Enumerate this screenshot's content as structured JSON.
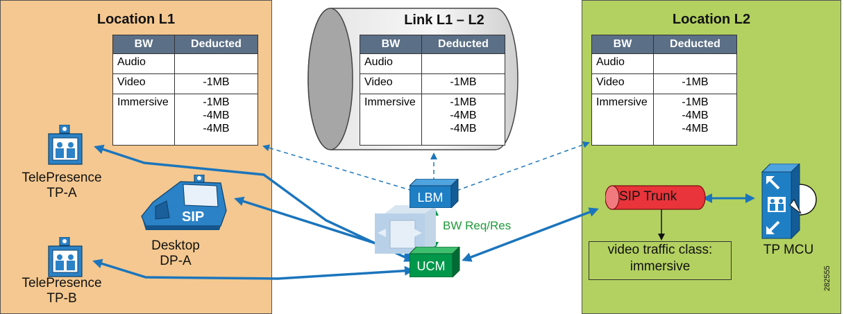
{
  "locations": {
    "l1": {
      "title": "Location L1",
      "color": "#f4c890"
    },
    "link": {
      "title": "Link L1 – L2"
    },
    "l2": {
      "title": "Location L2",
      "color": "#b3d160"
    }
  },
  "bw_table": {
    "headers": [
      "BW",
      "Deducted"
    ],
    "rows": [
      {
        "type": "Audio",
        "deducted": ""
      },
      {
        "type": "Video",
        "deducted": "-1MB"
      },
      {
        "type": "Immersive",
        "deducted": "-1MB\n-4MB\n-4MB"
      }
    ]
  },
  "devices": {
    "tp_a": {
      "line1": "TelePresence",
      "line2": "TP-A"
    },
    "desktop": {
      "line1": "Desktop",
      "line2": "DP-A",
      "badge": "SIP"
    },
    "tp_b": {
      "line1": "TelePresence",
      "line2": "TP-B"
    },
    "lbm": "LBM",
    "ucm": "UCM",
    "bw_req": "BW Req/Res",
    "sip_trunk": "SIP Trunk",
    "video_class_line1": "video traffic class:",
    "video_class_line2": "immersive",
    "tp_mcu": "TP MCU"
  },
  "colors": {
    "arrow": "#1b75bc",
    "header": "#5b6f86",
    "green_box": "#00974a",
    "blue_box": "#1f7fc4",
    "trunk": "#e8343a"
  },
  "figure_id": "282555"
}
